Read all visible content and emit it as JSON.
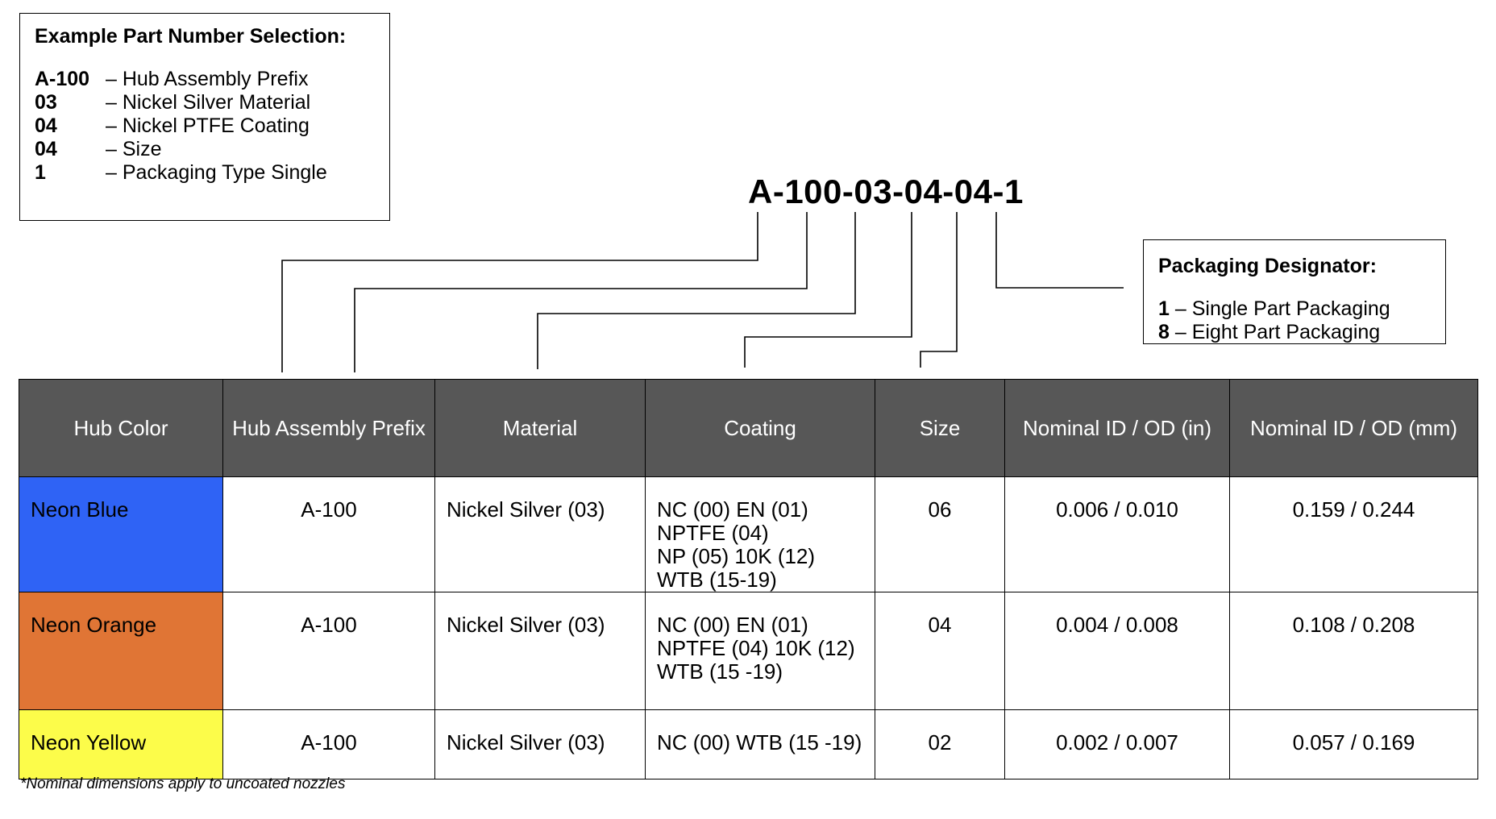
{
  "example": {
    "title": "Example Part Number Selection:",
    "rows": [
      {
        "code": "A-100",
        "desc": "– Hub Assembly Prefix"
      },
      {
        "code": "03",
        "desc": "– Nickel Silver Material"
      },
      {
        "code": "04",
        "desc": "– Nickel PTFE Coating"
      },
      {
        "code": "04",
        "desc": "– Size"
      },
      {
        "code": "1",
        "desc": "– Packaging Type Single"
      }
    ]
  },
  "part_number": "A-100-03-04-04-1",
  "packaging": {
    "title": "Packaging Designator:",
    "items": [
      {
        "code": "1",
        "desc": "– Single Part Packaging"
      },
      {
        "code": "8",
        "desc": "– Eight Part Packaging"
      }
    ]
  },
  "table": {
    "headers": [
      "Hub Color",
      "Hub Assembly Prefix",
      "Material",
      "Coating",
      "Size",
      "Nominal ID / OD (in)",
      "Nominal ID / OD (mm)"
    ],
    "rows": [
      {
        "color_name": "Neon Blue",
        "color": "#2f63f5",
        "prefix": "A-100",
        "material": "Nickel Silver (03)",
        "coating": [
          "NC (00) EN (01)",
          "NPTFE (04)",
          "NP (05) 10K (12)",
          "WTB (15-19)"
        ],
        "size": "06",
        "in": "0.006 / 0.010",
        "mm": "0.159 / 0.244"
      },
      {
        "color_name": "Neon Orange",
        "color": "#e07535",
        "prefix": "A-100",
        "material": "Nickel Silver (03)",
        "coating": [
          "NC (00) EN (01)",
          "NPTFE (04) 10K (12)",
          "WTB (15 -19)"
        ],
        "size": "04",
        "in": "0.004 / 0.008",
        "mm": "0.108 / 0.208"
      },
      {
        "color_name": "Neon Yellow",
        "color": "#fcfc4a",
        "prefix": "A-100",
        "material": "Nickel Silver (03)",
        "coating": [
          "NC (00) WTB (15 -19)"
        ],
        "size": "02",
        "in": "0.002 / 0.007",
        "mm": "0.057 / 0.169"
      }
    ],
    "header_color": "#575757"
  },
  "footnote": "*Nominal dimensions apply to uncoated nozzles"
}
